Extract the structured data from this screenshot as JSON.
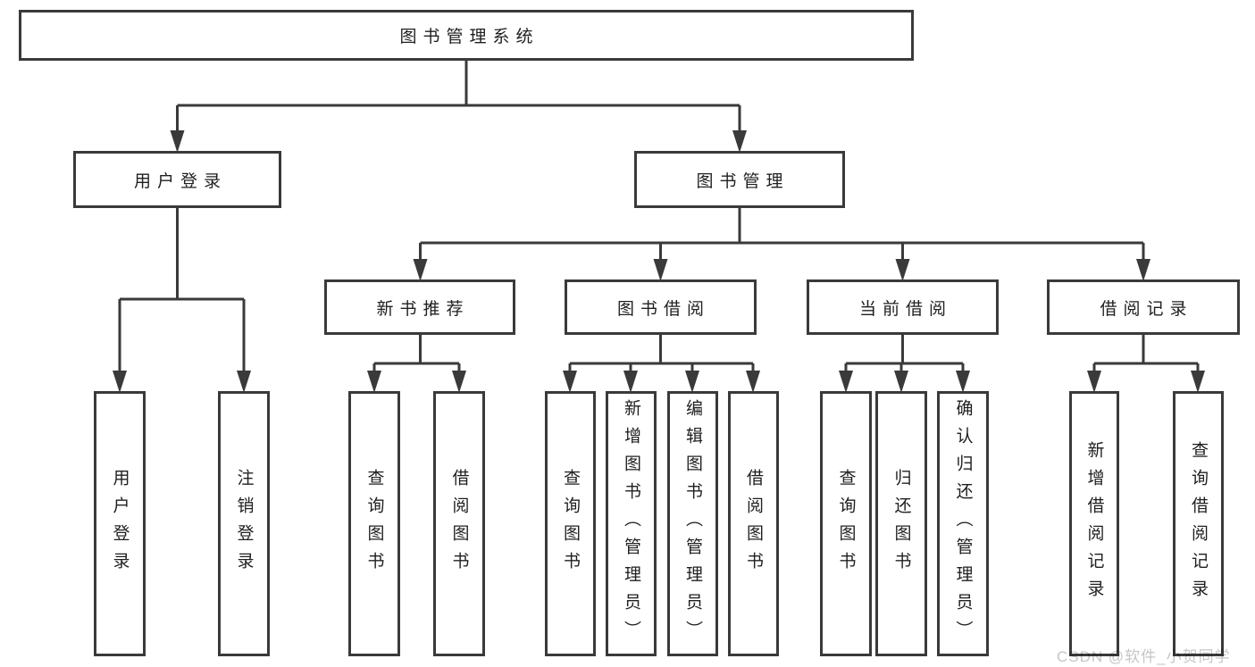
{
  "tree": {
    "label": "图书管理系统",
    "children": [
      {
        "label": "用户登录",
        "children": [
          {
            "label": "用户登录"
          },
          {
            "label": "注销登录"
          }
        ]
      },
      {
        "label": "图书管理",
        "children": [
          {
            "label": "新书推荐",
            "children": [
              {
                "label": "查询图书"
              },
              {
                "label": "借阅图书"
              }
            ]
          },
          {
            "label": "图书借阅",
            "children": [
              {
                "label": "查询图书"
              },
              {
                "label": "新增图书（管理员）"
              },
              {
                "label": "编辑图书（管理员）"
              },
              {
                "label": "借阅图书"
              }
            ]
          },
          {
            "label": "当前借阅",
            "children": [
              {
                "label": "查询图书"
              },
              {
                "label": "归还图书"
              },
              {
                "label": "确认归还（管理员）"
              }
            ]
          },
          {
            "label": "借阅记录",
            "children": [
              {
                "label": "新增借阅记录"
              },
              {
                "label": "查询借阅记录"
              }
            ]
          }
        ]
      }
    ]
  },
  "watermark": "CSDN @软件_小贺同学",
  "colors": {
    "line": "#3a3a3a",
    "text": "#1f1f1f",
    "box_fill": "#ffffff",
    "watermark": "#c6c6c6"
  }
}
